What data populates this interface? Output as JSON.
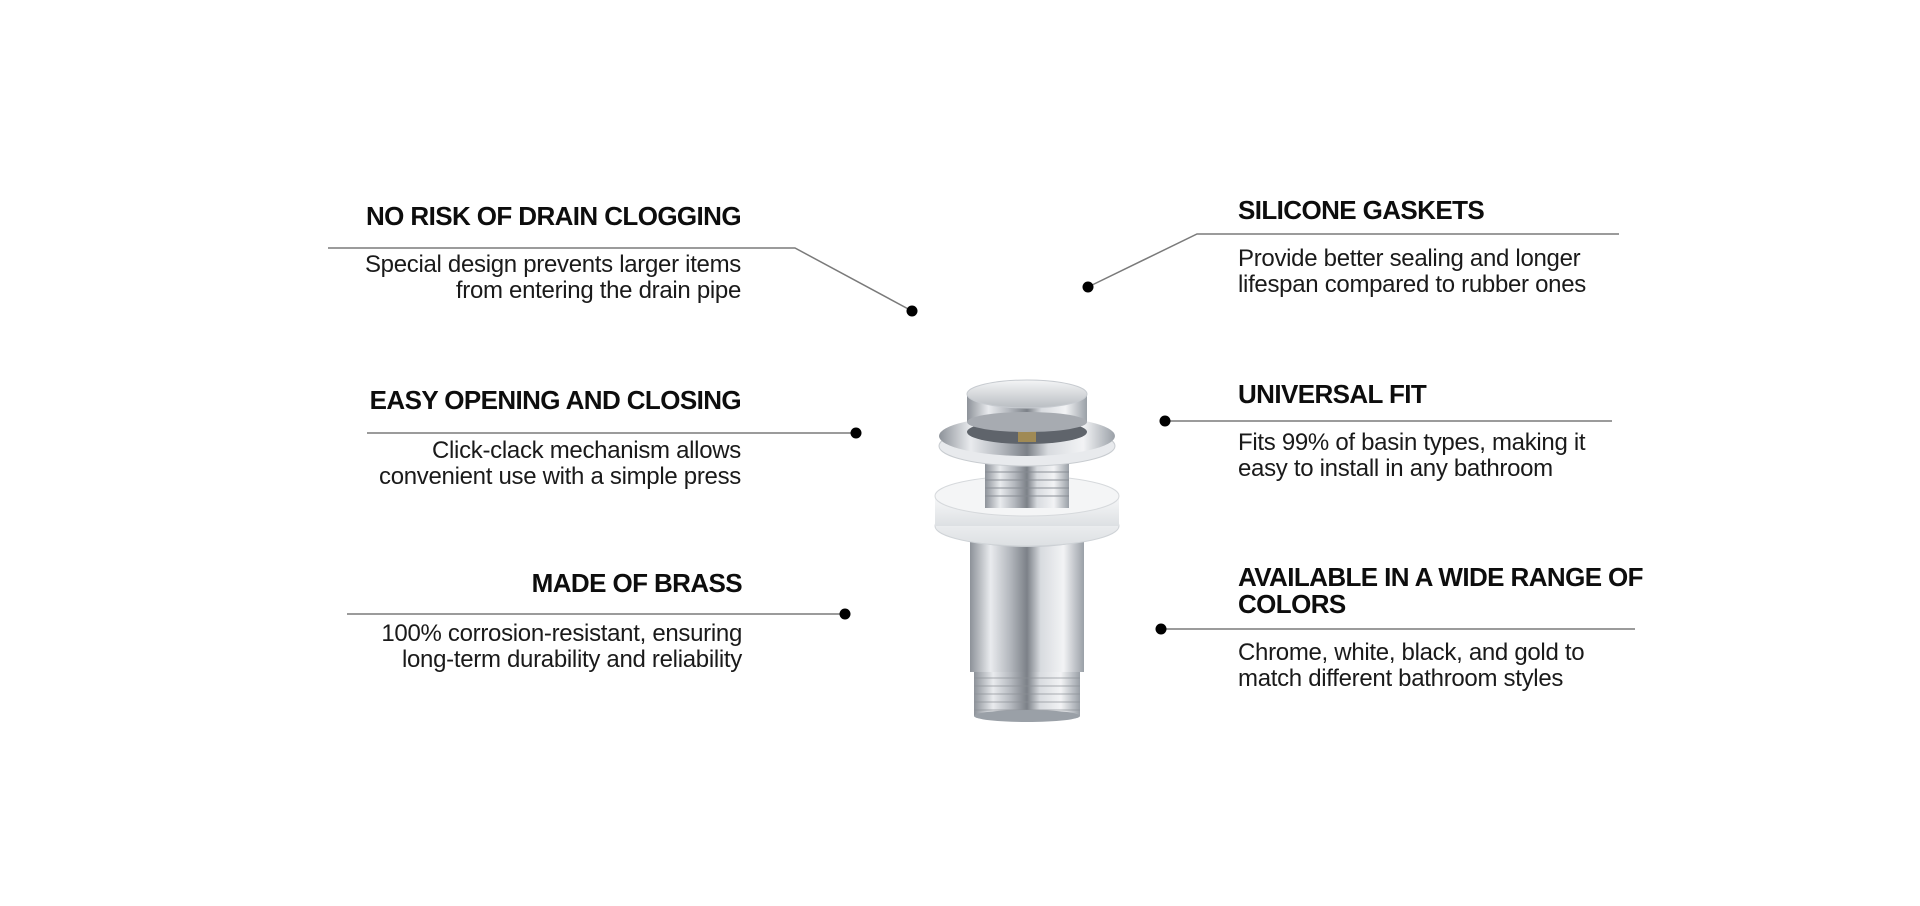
{
  "features": {
    "left": [
      {
        "title": "NO RISK OF DRAIN CLOGGING",
        "desc_line1": "Special design prevents larger items",
        "desc_line2": "from entering the drain pipe"
      },
      {
        "title": "EASY OPENING AND CLOSING",
        "desc_line1": "Click-clack mechanism allows",
        "desc_line2": "convenient use with a simple press"
      },
      {
        "title": "MADE OF BRASS",
        "desc_line1": "100% corrosion-resistant, ensuring",
        "desc_line2": "long-term durability and reliability"
      }
    ],
    "right": [
      {
        "title": "SILICONE GASKETS",
        "desc_line1": "Provide better sealing and longer",
        "desc_line2": "lifespan compared to rubber ones"
      },
      {
        "title": "UNIVERSAL FIT",
        "desc_line1": "Fits 99% of basin types, making it",
        "desc_line2": "easy to install in any bathroom"
      },
      {
        "title_line1": "AVAILABLE IN A WIDE RANGE OF",
        "title_line2": "COLORS",
        "desc_line1": "Chrome, white, black, and gold to",
        "desc_line2": "match different bathroom styles"
      }
    ]
  },
  "product": {
    "name": "pop-up basin drain (click-clack waste)"
  },
  "colors": {
    "text": "#0d0d0d",
    "line": "#7a7a7a",
    "dot": "#000000",
    "chrome": "#c9ccd1",
    "gasket": "#eef0f2"
  }
}
